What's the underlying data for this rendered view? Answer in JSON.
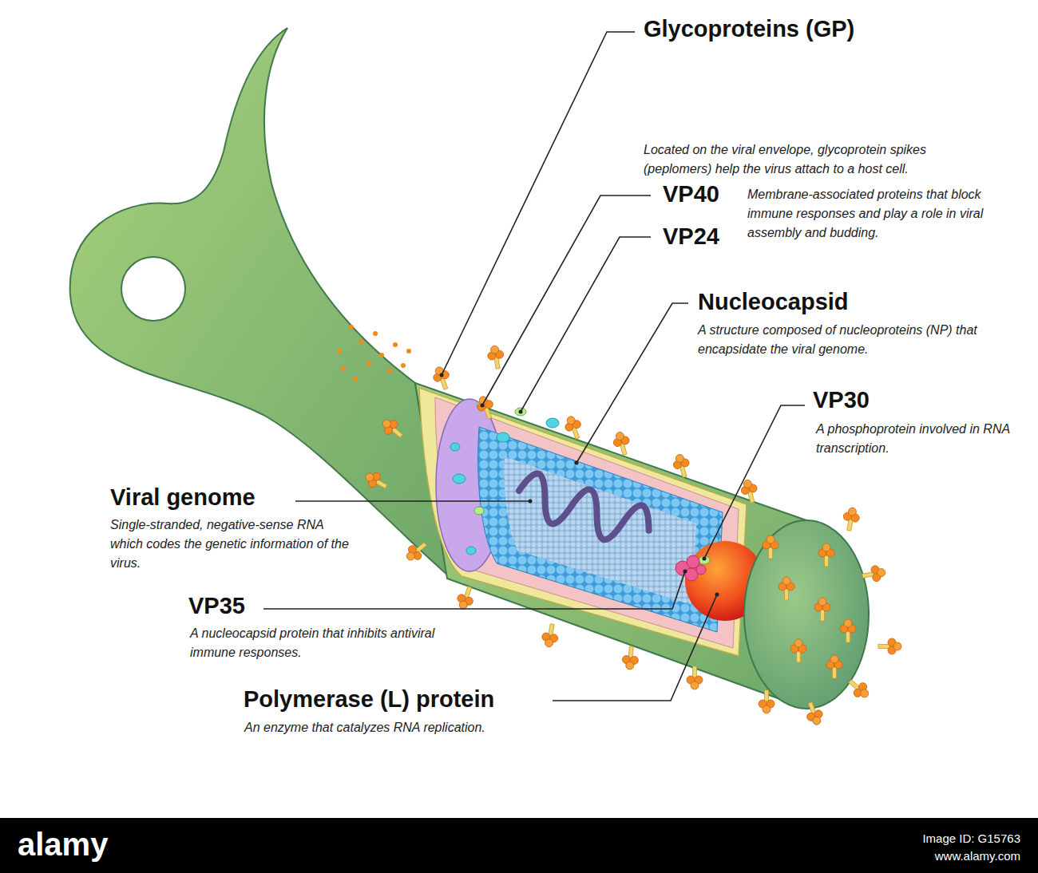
{
  "diagram": {
    "labels": [
      "Glycoproteins (GP)",
      "Located on the viral envelope, glycoprotein spikes (peplomers) help the virus attach to a host cell.",
      "VP40",
      "VP24",
      "Membrane-associated proteins that block immune responses and play a role in viral assembly and budding.",
      "Nucleocapsid",
      "A structure composed of nucleoproteins (NP) that encapsidate the viral genome.",
      "VP30",
      "A phosphoprotein involved in RNA transcription.",
      "Viral genome",
      "Single-stranded, negative-sense RNA which codes the genetic information of the virus.",
      "VP35",
      "A nucleocapsid protein that inhibits antiviral immune responses.",
      "Polymerase (L) protein",
      "An enzyme that catalyzes RNA replication.",
      "alamy",
      "Image ID: G15763",
      "www.alamy.com"
    ]
  }
}
